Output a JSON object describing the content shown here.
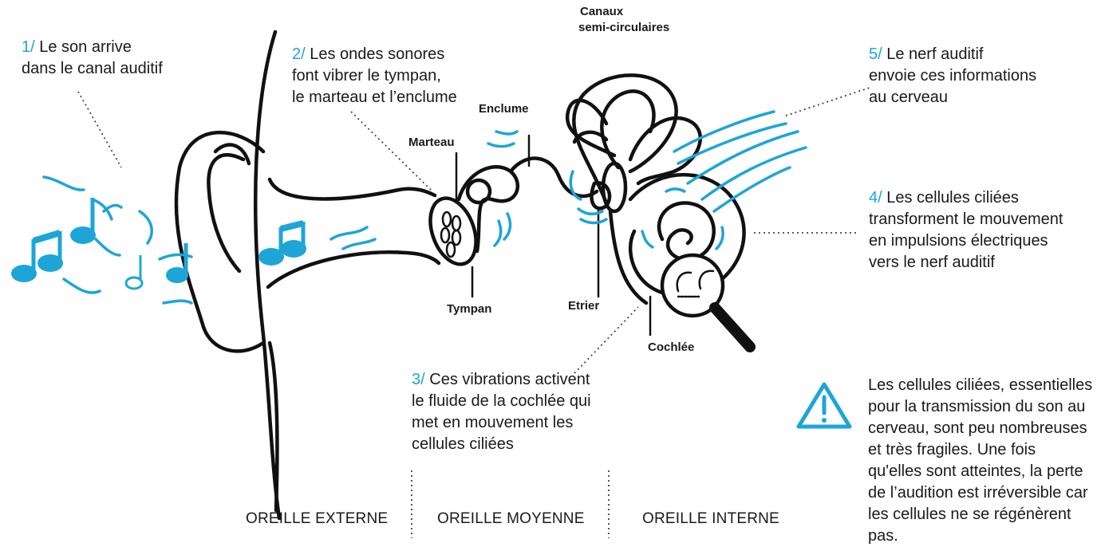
{
  "steps": {
    "s1": {
      "num": "1/",
      "line1": "Le son arrive",
      "line2": "dans le canal auditif"
    },
    "s2": {
      "num": "2/",
      "line1": "Les ondes sonores",
      "line2": "font vibrer le tympan,",
      "line3": "le marteau et l’enclume"
    },
    "s3": {
      "num": "3/",
      "line1": "Ces vibrations activent",
      "line2": "le fluide de la cochlée qui",
      "line3": "met en mouvement les",
      "line4": "cellules ciliées"
    },
    "s4": {
      "num": "4/",
      "line1": "Les cellules ciliées",
      "line2": "transforment le mouvement",
      "line3": "en impulsions électriques",
      "line4": "vers le nerf auditif"
    },
    "s5": {
      "num": "5/",
      "line1": "Le nerf auditif",
      "line2": "envoie ces informations",
      "line3": "au cerveau"
    }
  },
  "labels": {
    "marteau": "Marteau",
    "enclume": "Enclume",
    "canaux_line1": "Canaux",
    "canaux_line2": "semi-circulaires",
    "tympan": "Tympan",
    "etrier": "Etrier",
    "cochlee": "Cochlée"
  },
  "sections": {
    "externe": "OREILLE EXTERNE",
    "moyenne": "OREILLE MOYENNE",
    "interne": "OREILLE INTERNE"
  },
  "warning": {
    "icon": "warning-triangle-icon",
    "text": "Les cellules ciliées, essentielles pour la transmission du son au cerveau, sont peu nombreuses et très fragiles. Une fois qu'elles sont atteintes, la perte de l’audition est irréversible car les cellules ne se régénèrent pas."
  },
  "colors": {
    "accent": "#1ea5d8",
    "ink": "#111111"
  }
}
